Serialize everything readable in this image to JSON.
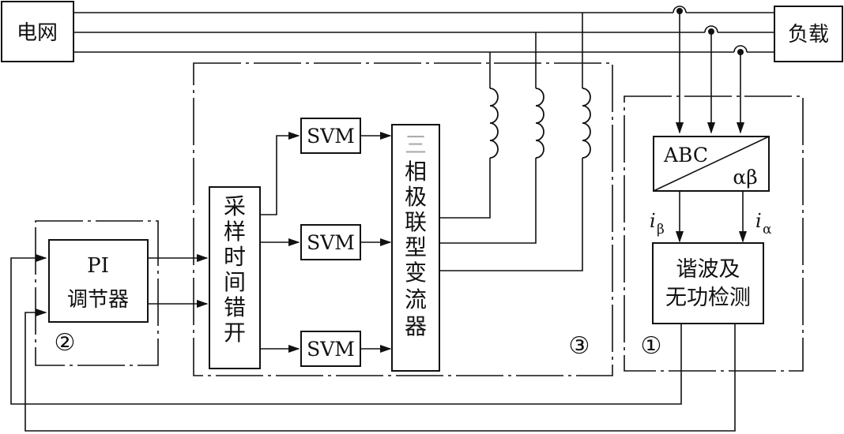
{
  "blocks": {
    "grid": "电网",
    "load": "负载",
    "pi_line1": "PI",
    "pi_line2": "调节器",
    "sampling": [
      "采",
      "样",
      "时",
      "间",
      "错",
      "开"
    ],
    "svm1": "SVM",
    "svm2": "SVM",
    "svm3": "SVM",
    "converter": [
      "三",
      "相",
      "极",
      "联",
      "型",
      "变",
      "流",
      "器"
    ],
    "abc": "ABC",
    "alphabeta": "αβ",
    "detect_line1": "谐波及",
    "detect_line2": "无功检测"
  },
  "signals": {
    "i_beta": "i",
    "i_beta_sub": "β",
    "i_alpha": "i",
    "i_alpha_sub": "α"
  },
  "regions": {
    "r1": "①",
    "r2": "②",
    "r3": "③"
  }
}
